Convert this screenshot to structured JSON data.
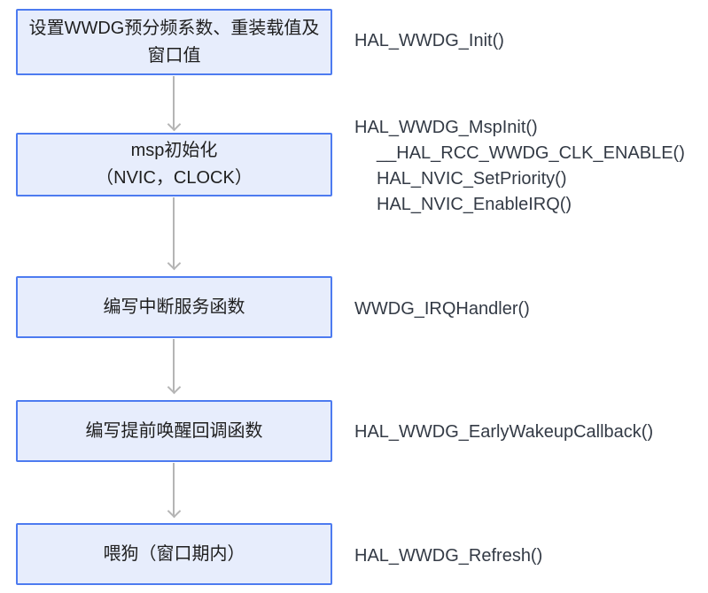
{
  "colors": {
    "box_fill": "#e7edfc",
    "box_border": "#4d7bf0",
    "box_text": "#1f1f1f",
    "arrow": "#b5b5b5",
    "function_text": "#333a45"
  },
  "steps": [
    {
      "box_lines": [
        "设置WWDG预分频系数、重装载值及",
        "窗口值"
      ],
      "functions": [
        "HAL_WWDG_Init()"
      ]
    },
    {
      "box_lines": [
        "msp初始化",
        "（NVIC，CLOCK）"
      ],
      "functions": [
        "HAL_WWDG_MspInit()",
        "__HAL_RCC_WWDG_CLK_ENABLE()",
        "HAL_NVIC_SetPriority()",
        "HAL_NVIC_EnableIRQ()"
      ]
    },
    {
      "box_lines": [
        "编写中断服务函数"
      ],
      "functions": [
        "WWDG_IRQHandler()"
      ]
    },
    {
      "box_lines": [
        "编写提前唤醒回调函数"
      ],
      "functions": [
        "HAL_WWDG_EarlyWakeupCallback()"
      ]
    },
    {
      "box_lines": [
        "喂狗（窗口期内）"
      ],
      "functions": [
        "HAL_WWDG_Refresh()"
      ]
    }
  ]
}
